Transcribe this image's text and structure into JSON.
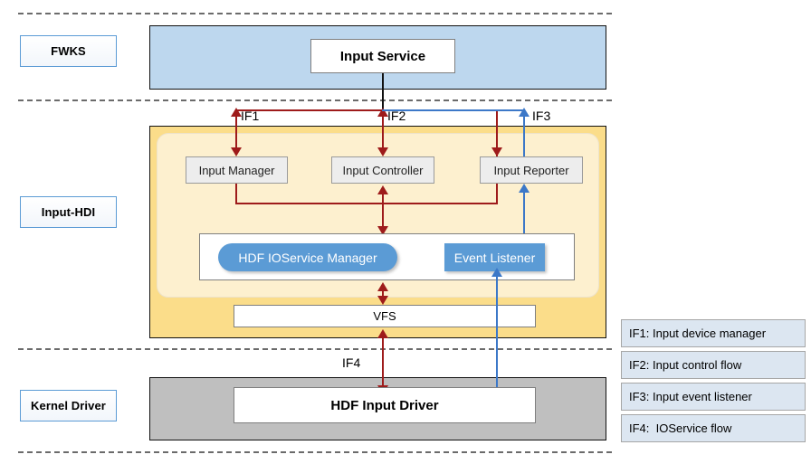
{
  "layers": [
    {
      "id": "fwks",
      "label": "FWKS"
    },
    {
      "id": "hdi",
      "label": "Input-HDI"
    },
    {
      "id": "kernel",
      "label": "Kernel Driver"
    }
  ],
  "blocks": {
    "input_service": "Input Service",
    "input_manager": "Input Manager",
    "input_controller": "Input Controller",
    "input_reporter": "Input Reporter",
    "ioservice_manager": "HDF IOService Manager",
    "event_listener": "Event Listener",
    "vfs": "VFS",
    "hdf_input_driver": "HDF Input Driver"
  },
  "interface_labels": {
    "if1": "IF1",
    "if2": "IF2",
    "if3": "IF3",
    "if4": "IF4"
  },
  "legend": [
    "IF1: Input device manager",
    "IF2: Input control flow",
    "IF3: Input event listener",
    "IF4:  IOService flow"
  ],
  "colors": {
    "fwks_band": "#BDD7EE",
    "hdi_band": "#FBDD8A",
    "hdi_inner": "#FDF0CF",
    "kernel_band": "#BFBFBF",
    "accent_blue": "#5B9BD5",
    "flow_red": "#9E1B1B",
    "flow_blue": "#3C78C8",
    "legend_fill": "#DCE6F1"
  }
}
